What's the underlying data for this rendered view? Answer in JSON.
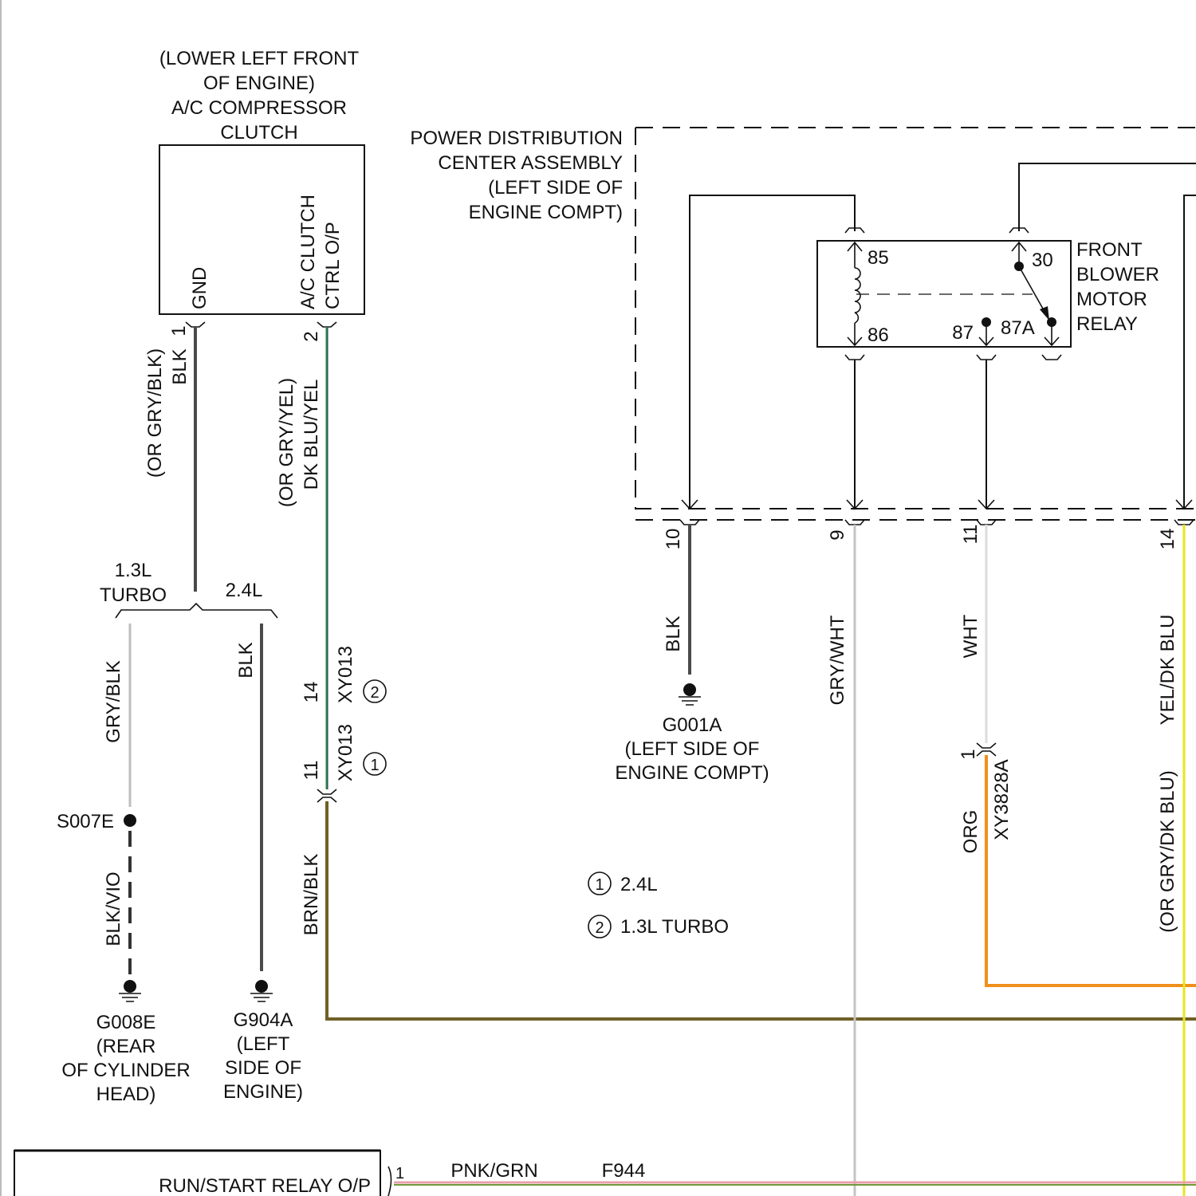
{
  "compressor": {
    "title": [
      "(LOWER LEFT FRONT",
      "OF ENGINE)",
      "A/C COMPRESSOR",
      "CLUTCH"
    ],
    "pin_gnd": "GND",
    "pin_ctrl": [
      "A/C CLUTCH",
      "CTRL O/P"
    ],
    "pin1": "1",
    "pin2": "2"
  },
  "wires_left": {
    "blk": "BLK",
    "blk_alt": "(OR GRY/BLK)",
    "dkbluyel": "DK BLU/YEL",
    "dkbluyel_alt": "(OR GRY/YEL)",
    "variant_turbo": [
      "1.3L",
      "TURBO"
    ],
    "variant_24": "2.4L",
    "gryblk": "GRY/BLK",
    "blk2": "BLK",
    "splice": "S007E",
    "blkvio": "BLK/VIO",
    "ground1": [
      "G008E",
      "(REAR",
      "OF CYLINDER",
      "HEAD)"
    ],
    "ground2": [
      "G904A",
      "(LEFT",
      "SIDE OF",
      "ENGINE)"
    ],
    "conn_upper_pin": "14",
    "conn_upper_id": "XY013",
    "conn_upper_note": "2",
    "conn_lower_pin": "11",
    "conn_lower_id": "XY013",
    "conn_lower_note": "1",
    "brnblk": "BRN/BLK"
  },
  "pdc": {
    "title": [
      "POWER DISTRIBUTION",
      "CENTER ASSEMBLY",
      "(LEFT SIDE OF",
      "ENGINE COMPT)"
    ],
    "relay_name": [
      "FRONT",
      "BLOWER",
      "MOTOR",
      "RELAY"
    ],
    "relay_pins": {
      "p85": "85",
      "p86": "86",
      "p30": "30",
      "p87": "87",
      "p87a": "87A"
    },
    "pins_out": [
      "10",
      "9",
      "11",
      "14"
    ]
  },
  "wires_right": {
    "blk": "BLK",
    "ground": [
      "G001A",
      "(LEFT SIDE OF",
      "ENGINE COMPT)"
    ],
    "grywht": "GRY/WHT",
    "wht": "WHT",
    "conn_pin": "1",
    "conn_id": "XY3828A",
    "org": "ORG",
    "yeldkblu": "YEL/DK BLU",
    "yeldkblu_alt": "(OR GRY/DK BLU)"
  },
  "legend": [
    {
      "num": "1",
      "label": "2.4L"
    },
    {
      "num": "2",
      "label": "1.3L TURBO"
    }
  ],
  "run_start": {
    "label": "RUN/START RELAY O/P",
    "pin": "1",
    "wire": "PNK/GRN",
    "circuit": "F944"
  },
  "colors": {
    "blk": "#4a4a4a",
    "gry": "#bdbdbd",
    "wht": "#dcdcdc",
    "org": "#f0901a",
    "yel": "#e6e61e",
    "brnblk": "#6f6027",
    "dkbluyel": "#2e8a3a",
    "pnkgrn": "#e8a0a8"
  }
}
